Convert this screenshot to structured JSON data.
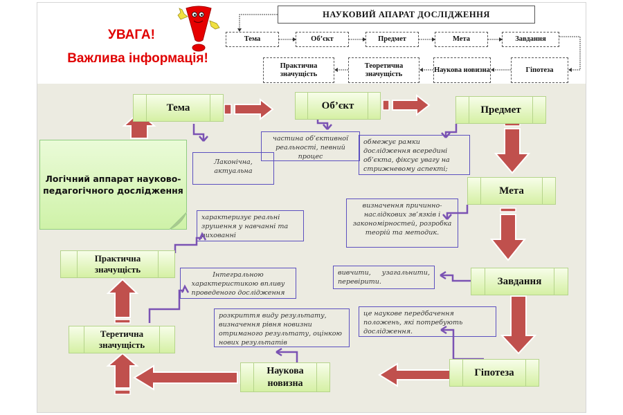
{
  "banner": {
    "attention": "УВАГА!",
    "important": "Важлива інформація!",
    "mascot_icon": "exclamation-mascot-icon"
  },
  "scheme": {
    "title": "НАУКОВИЙ АПАРАТ ДОСЛІДЖЕННЯ",
    "row1": [
      "Тема",
      "Об’єкт",
      "Предмет",
      "Мета",
      "Завдання"
    ],
    "row2": [
      "Практична значущість",
      "Теоретична значущість",
      "Наукова новизна",
      "Гіпотеза"
    ]
  },
  "diagram": {
    "central_label": "Логічний аппарат науково-педагогічного дослідження",
    "nodes": {
      "tema": "Тема",
      "object": "Об’єкт",
      "predmet": "Предмет",
      "meta": "Мета",
      "zavdannia": "Завдання",
      "hipoteza": "Гіпотеза",
      "novyzna": "Наукова новизна",
      "teoretychna": "Теретична значущість",
      "praktychna": "Практична значущість"
    },
    "notes": {
      "tema": "Лаконічна, актуальна",
      "object": "частина об’єктивної реальності, певний процес",
      "predmet": "обмежує рамки дослідження всередині об’єкта, фіксує увагу на стрижневому аспекті;",
      "meta": "визначення причинно-наслідкових зв’язків і закономірностей, розробка теорій та методик.",
      "zavdannia": "вивчити, узагальнити, перевірити.",
      "hipoteza": "це наукове передбачення положень, які потребують дослідження.",
      "novyzna": "розкриття виду результату, визначення рівня новизни отриманого результату, оцінкою нових результатів",
      "teoretychna": "Інтегральною характеристикою впливу проведеного дослідження",
      "praktychna": "характеризує реальні зрушення у навчанні та вихованні"
    }
  },
  "colors": {
    "warning_red": "#e00000",
    "arrow_red": "#c0504d",
    "connector_purple": "#7a52b3",
    "note_border": "#5b4fbf",
    "node_green": "#d5f0a4",
    "slide_bg": "#ecebe1"
  }
}
